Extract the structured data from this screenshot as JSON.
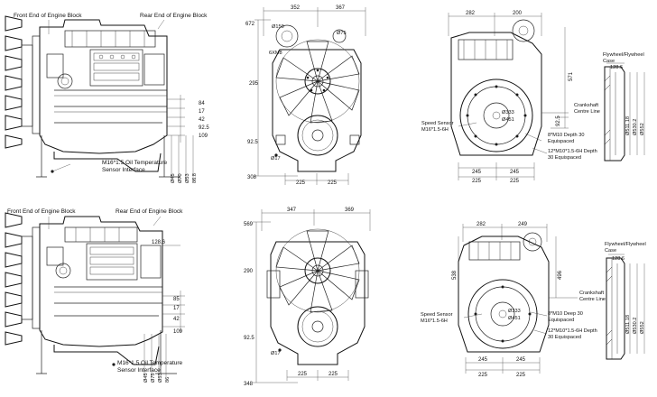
{
  "top_row": {
    "side_view": {
      "front_label": "Front End of Engine Block",
      "rear_label": "Rear End of Engine Block",
      "sensor_label_line1": "M16*1.5 Oil Temperature",
      "sensor_label_line2": "Sensor Interface",
      "right_dims": [
        "84",
        "17",
        "42",
        "92.5",
        "109"
      ],
      "bottom_dims": [
        "Ø45",
        "Ø70",
        "Ø53",
        "86.8"
      ]
    },
    "front_view": {
      "top_dims": [
        "352",
        "367"
      ],
      "left_dims": [
        "672",
        "295",
        "92.5",
        "308"
      ],
      "bottom_dims": [
        "225",
        "225"
      ],
      "callouts": [
        "Ø150",
        "Ø75",
        "6XM8",
        "Ø17"
      ]
    },
    "rear_view": {
      "top_dims": [
        "282",
        "200"
      ],
      "right_dims": [
        "571",
        "92.5"
      ],
      "bottom_dims": [
        "245",
        "245",
        "225",
        "225"
      ],
      "speed_sensor_line1": "Speed Sensor",
      "speed_sensor_line2": "M16*1.5-6H",
      "bolt_note_1_line1": "8*M10 Depth 30",
      "bolt_note_1_line2": "Equispaced",
      "bolt_note_2_line1": "12*M10*1.5-6H Depth",
      "bolt_note_2_line2": "30 Equispaced",
      "crankshaft_line1": "Crankshaft",
      "crankshaft_line2": "Centre Line",
      "inner_dims": [
        "Ø333",
        "Ø451"
      ]
    },
    "flywheel_detail": {
      "label_line1": "Flywheel/Flywheel",
      "label_line2": "Case",
      "dims": [
        "128.6",
        "Ø511.18",
        "Ø530.2",
        "Ø552"
      ]
    }
  },
  "bottom_row": {
    "side_view": {
      "front_label": "Front End of Engine Block",
      "rear_label": "Rear End of Engine Block",
      "sensor_label_line1": "M16*1.5 Oil Temperature",
      "sensor_label_line2": "Sensor Interface",
      "right_dims": [
        "128.6",
        "85",
        "17",
        "42",
        "109"
      ],
      "bottom_dims": [
        "Ø45",
        "Ø75",
        "Ø53",
        "86"
      ]
    },
    "front_view": {
      "top_dims": [
        "347",
        "369"
      ],
      "left_dims": [
        "569",
        "290",
        "92.5",
        "348"
      ],
      "bottom_dims": [
        "225",
        "225"
      ],
      "callouts": [
        "Ø17"
      ]
    },
    "rear_view": {
      "top_dims": [
        "282",
        "249"
      ],
      "right_dims": [
        "496",
        "538"
      ],
      "bottom_dims": [
        "245",
        "245",
        "225",
        "225"
      ],
      "speed_sensor_line1": "Speed Sensor",
      "speed_sensor_line2": "M16*1.5-6H",
      "bolt_note_1_line1": "8*M10 Deep 30",
      "bolt_note_1_line2": "Equispaced",
      "bolt_note_2_line1": "12*M10*1.5-6H Depth",
      "bolt_note_2_line2": "30 Equispaced",
      "crankshaft_line1": "Crankshaft",
      "crankshaft_line2": "Centre Line",
      "inner_dims": [
        "Ø333",
        "Ø451"
      ]
    },
    "flywheel_detail": {
      "label_line1": "Flywheel/Flywheel",
      "label_line2": "Case",
      "dims": [
        "128.6",
        "Ø511.18",
        "Ø530.2",
        "Ø552"
      ]
    }
  }
}
